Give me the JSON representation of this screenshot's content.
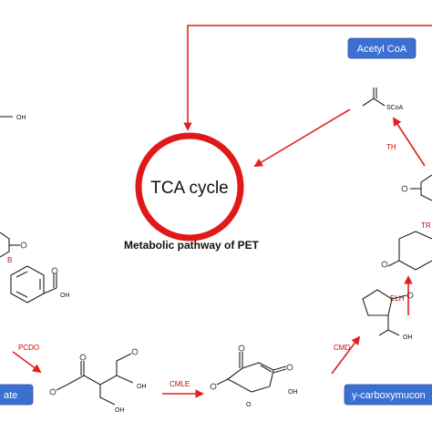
{
  "title": "Metabolic pathway of PET",
  "cycle_label": "TCA cycle",
  "boxes": {
    "acetyl_coa": "Acetyl CoA",
    "left_bottom": "ate",
    "right_bottom": "γ-carboxymucon"
  },
  "enzymes": {
    "th": "TH",
    "tr": "TR",
    "elh": "ELH",
    "cmd": "CMD",
    "cmle": "CMLE",
    "pcdo": "PCDO",
    "b": "B"
  },
  "atoms": {
    "scoa": "SCoA",
    "oh": "OH",
    "o": "O"
  },
  "colors": {
    "arrow": "#e02020",
    "cycle_ring": "#e01818",
    "box_fill": "#3b6fd0",
    "enzyme_text": "#d40000"
  }
}
